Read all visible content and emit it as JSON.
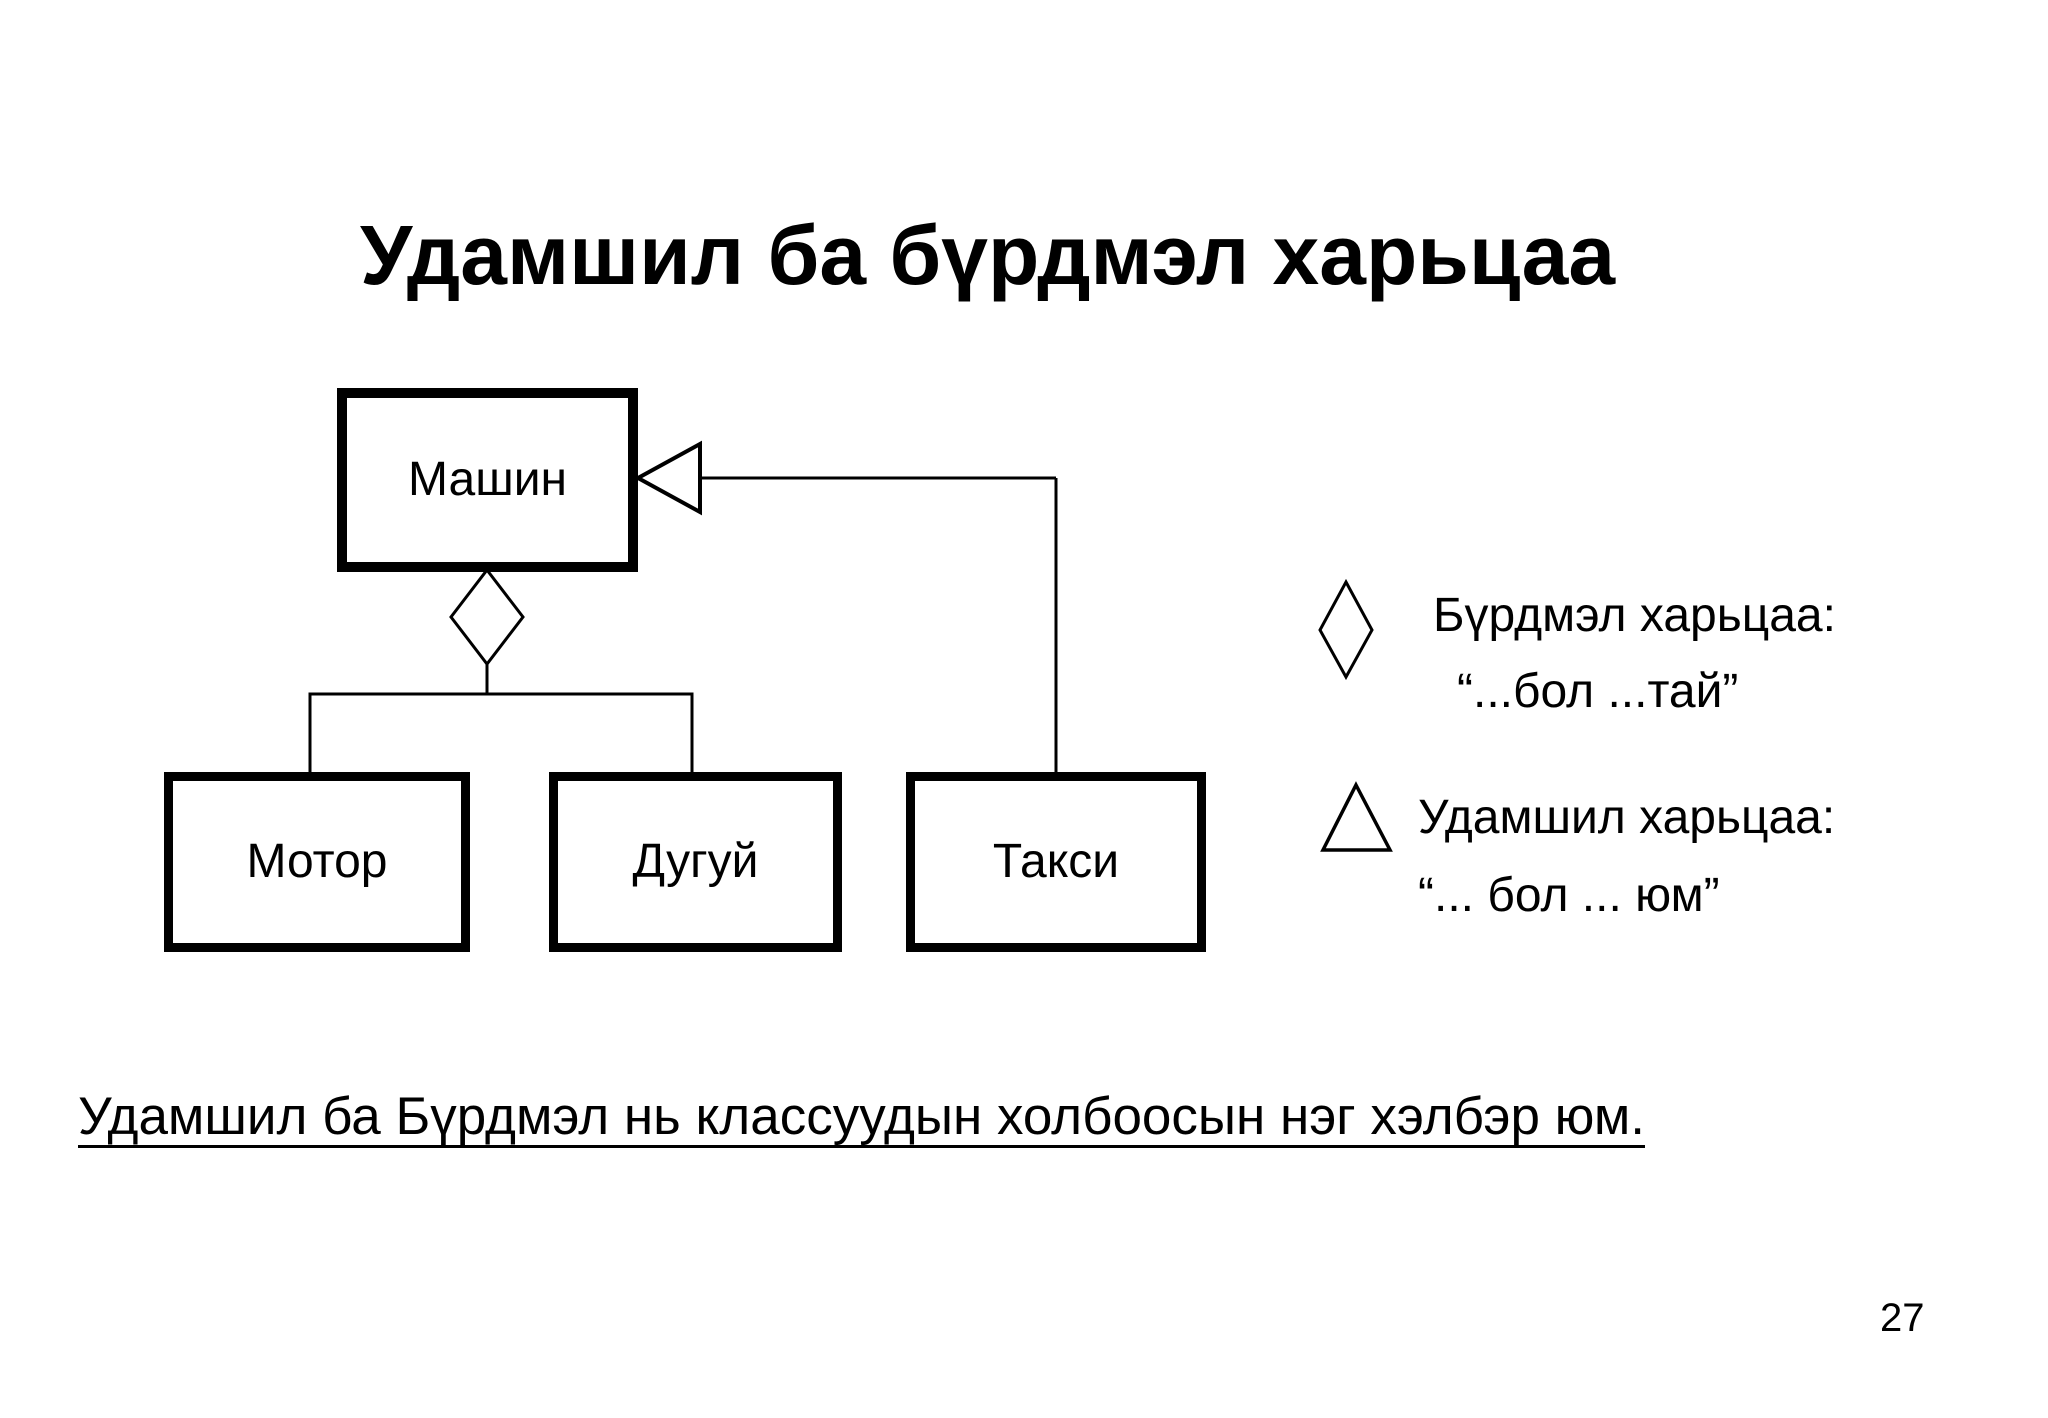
{
  "slide": {
    "title": "Удамшил ба бүрдмэл харьцаа",
    "footnote": "Удамшил ба Бүрдмэл нь классуудын холбоосын нэг хэлбэр юм.",
    "page_number": "27",
    "background_color": "#ffffff",
    "line_color": "#000000"
  },
  "diagram": {
    "classes": [
      {
        "id": "machine",
        "label": "Машин"
      },
      {
        "id": "motor",
        "label": "Мотор"
      },
      {
        "id": "wheel",
        "label": "Дугуй"
      },
      {
        "id": "taxi",
        "label": "Такси"
      }
    ],
    "relations": [
      {
        "type": "composition",
        "symbol": "diamond-icon",
        "parent": "Машин",
        "children": [
          "Мотор",
          "Дугуй"
        ]
      },
      {
        "type": "inheritance",
        "symbol": "triangle-icon",
        "parent": "Машин",
        "children": [
          "Такси"
        ]
      }
    ]
  },
  "legend": {
    "items": [
      {
        "icon": "diamond-icon",
        "title": "Бүрдмэл харьцаа:",
        "example": "“...бол ...тай”"
      },
      {
        "icon": "triangle-icon",
        "title": "Удамшил харьцаа:",
        "example": "“... бол ... юм”"
      }
    ]
  }
}
